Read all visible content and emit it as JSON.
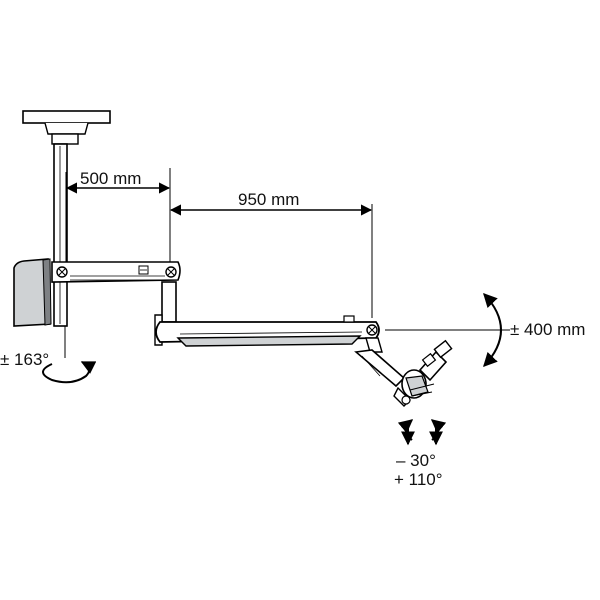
{
  "diagram": {
    "dimensions": {
      "arm1_length": "500 mm",
      "arm2_length": "950 mm",
      "vertical_travel": "± 400 mm",
      "arm_rotation": "± 163°",
      "tilt_range_min": "– 30°",
      "tilt_range_max": "+ 110°"
    },
    "colors": {
      "line": "#000000",
      "panel_fill": "#cfd2d4",
      "panel_dark": "#7e8184",
      "background": "#ffffff"
    }
  }
}
